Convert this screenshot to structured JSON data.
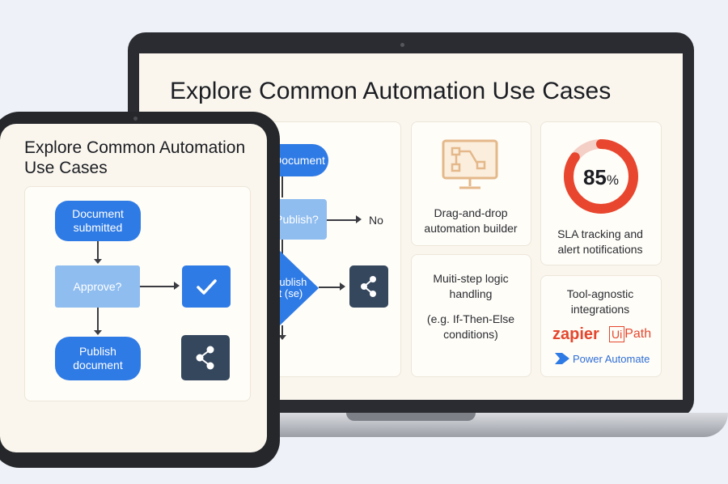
{
  "laptop": {
    "title": "Explore Common Automation Use Cases",
    "flow": {
      "node1": "Document",
      "node2": "Publish?",
      "no_label": "No",
      "node3_line1": "Publish",
      "node3_line2": "it (se)"
    },
    "cards": {
      "builder": {
        "label": "Drag-and-drop automation builder"
      },
      "sla": {
        "percent": "85",
        "percent_sign": "%",
        "label": "SLA tracking and alert notifications",
        "ring_value": 0.85
      },
      "logic": {
        "line1": "Muiti-step logic handling",
        "line2": "(e.g. If-Then-Else conditions)"
      },
      "tools": {
        "label": "Tool-agnostic integrations",
        "zapier": "zapier",
        "uipath_ui": "Ui",
        "uipath_path": "Path",
        "power_automate": "Power Automate"
      }
    }
  },
  "tablet": {
    "title": "Explore Common Automation Use Cases",
    "flow": {
      "node1": "Document submitted",
      "node2": "Approve?",
      "node3": "Publish document"
    }
  },
  "colors": {
    "blue": "#2f7be5",
    "light_blue": "#8fbdf0",
    "dark": "#35475d",
    "ring": "#e8462e",
    "zapier": "#e4472d"
  },
  "icons": [
    "flowchart-monitor-icon",
    "checkmark-icon",
    "share-icon",
    "power-automate-icon"
  ]
}
